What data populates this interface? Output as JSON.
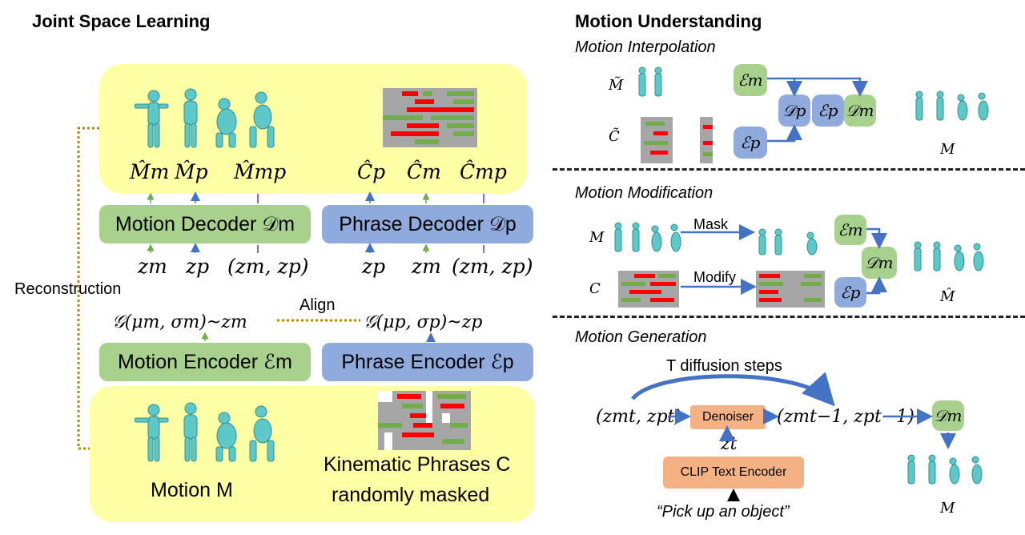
{
  "left": {
    "title": "Joint Space Learning",
    "decoded_motion_labels": [
      "M̂m",
      "M̂p",
      "M̂mp"
    ],
    "decoded_phrase_labels": [
      "Ĉp",
      "Ĉm",
      "Ĉmp"
    ],
    "motion_decoder_label": "Motion Decoder 𝒟m",
    "phrase_decoder_label": "Phrase Decoder 𝒟p",
    "motion_decoder_inputs": [
      "zm",
      "zp",
      "(zm, zp)"
    ],
    "phrase_decoder_inputs": [
      "zp",
      "zm",
      "(zm, zp)"
    ],
    "reconstruction_label": "Reconstruction",
    "align_label": "Align",
    "motion_latent": "𝒢(μm, σm)~zm",
    "phrase_latent": "𝒢(μp, σp)~zp",
    "motion_encoder_label": "Motion Encoder ℰm",
    "phrase_encoder_label": "Phrase Encoder ℰp",
    "motion_caption": "Motion M",
    "phrases_caption_line1": "Kinematic Phrases C",
    "phrases_caption_line2": "randomly masked"
  },
  "right": {
    "title": "Motion Understanding",
    "interp": {
      "title": "Motion Interpolation",
      "m_tilde": "M̃",
      "c_tilde": "C̃",
      "enc_m": "ℰm",
      "enc_p": "ℰp",
      "dec_p": "𝒟p",
      "enc_p2": "ℰp",
      "dec_m": "𝒟m",
      "out": "M"
    },
    "modif": {
      "title": "Motion Modification",
      "m_label": "M",
      "c_label": "C",
      "mask_label": "Mask",
      "modify_label": "Modify",
      "enc_m": "ℰm",
      "enc_p": "ℰp",
      "dec_m": "𝒟m",
      "out": "M̂"
    },
    "gen": {
      "title": "Motion Generation",
      "steps_label": "T diffusion steps",
      "input": "(zmt, zpt)",
      "denoiser": "Denoiser",
      "output": "(zmt−1, zpt−1)",
      "zt": "zt",
      "clip": "CLIP Text Encoder",
      "prompt": "“Pick up an object”",
      "dec_m": "𝒟m",
      "out": "M"
    }
  },
  "colors": {
    "yellow": "#ffffa6",
    "green": "#a9d18e",
    "blue": "#8faadc",
    "peach": "#f4b183",
    "arrow": "#4472c4",
    "dotted": "#b8860b",
    "figure": "#5ec8c8",
    "red": "#ff0000",
    "grid_green": "#70ad47",
    "grid_gray": "#a6a6a6"
  }
}
